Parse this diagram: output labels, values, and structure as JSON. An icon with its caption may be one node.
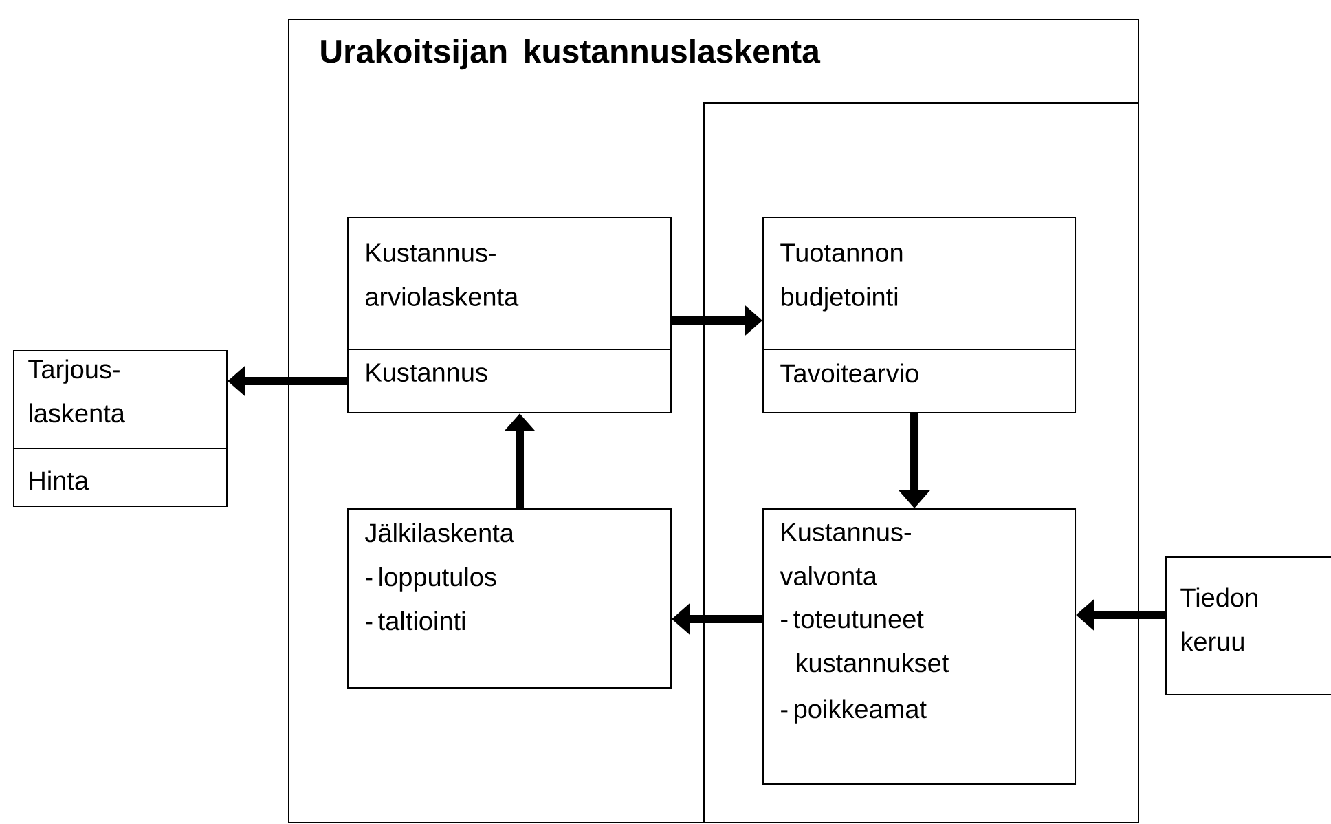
{
  "diagram": {
    "nodes": [
      {
        "text": [
          "Urakoitsijan kustannuslaskenta"
        ]
      },
      {
        "text": [],
        "shape": "box",
        "in": 0
      },
      {
        "text": [
          "Kustannus- arviolaskenta",
          "Kustannus"
        ],
        "in": 0
      },
      {
        "text": [
          "Tuotannon budjetointi",
          "Tavoitearvio"
        ],
        "in": 1
      },
      {
        "text": [
          "Jälkilaskenta",
          "- lopputulos",
          "- taltiointi"
        ],
        "in": 0
      },
      {
        "text": [
          "Kustannus- valvonta",
          "- toteutuneet kustannukset",
          "- poikkeamat"
        ],
        "in": 1
      },
      {
        "text": [
          "Tarjous- laskenta",
          "Hinta"
        ]
      },
      {
        "text": [
          "Tiedon keruu"
        ]
      }
    ],
    "edges": [
      {
        "from": 2,
        "to": 6,
        "arrow": "to"
      },
      {
        "from": 2,
        "to": 3,
        "arrow": "to"
      },
      {
        "from": 3,
        "to": 5,
        "arrow": "to"
      },
      {
        "from": 5,
        "to": 4,
        "arrow": "to"
      },
      {
        "from": 4,
        "to": 2,
        "arrow": "to"
      },
      {
        "from": 7,
        "to": 5,
        "arrow": "to"
      }
    ]
  }
}
